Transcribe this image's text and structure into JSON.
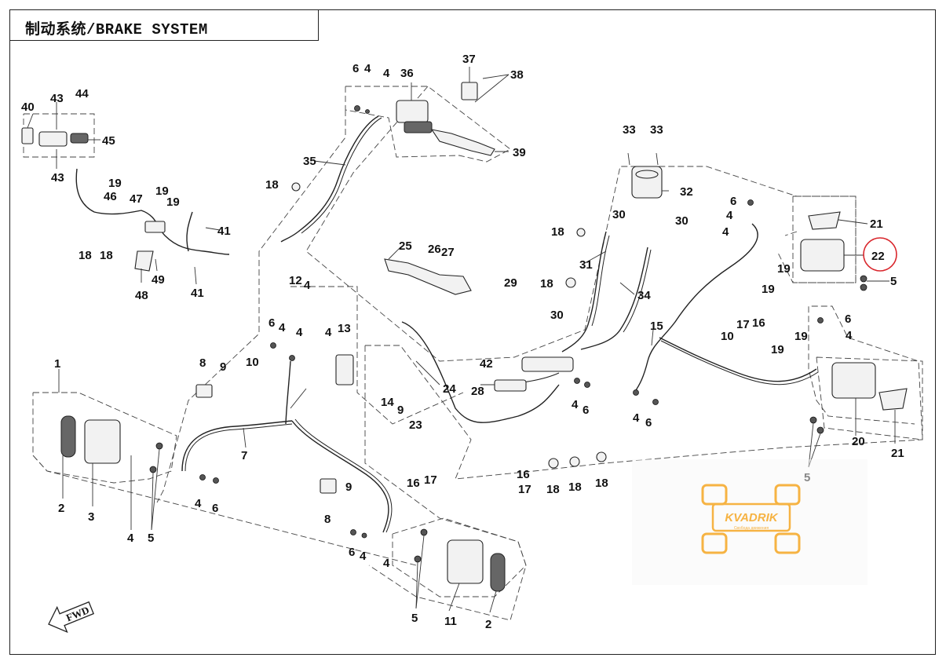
{
  "title": "制动系统/BRAKE SYSTEM",
  "fwd_label": "FWD",
  "watermark": {
    "brand": "KVADRIK",
    "tagline": "Свобода движения",
    "color": "#f5a623"
  },
  "highlight": {
    "label": "22",
    "color": "#d9262c"
  },
  "callouts": [
    "1",
    "2",
    "3",
    "4",
    "5",
    "6",
    "7",
    "8",
    "9",
    "10",
    "11",
    "12",
    "13",
    "14",
    "15",
    "16",
    "17",
    "18",
    "19",
    "20",
    "21",
    "22",
    "23",
    "24",
    "25",
    "26",
    "27",
    "28",
    "29",
    "30",
    "31",
    "32",
    "33",
    "34",
    "35",
    "36",
    "37",
    "38",
    "39",
    "40",
    "41",
    "42",
    "43",
    "44",
    "45",
    "46",
    "47",
    "48",
    "49"
  ]
}
